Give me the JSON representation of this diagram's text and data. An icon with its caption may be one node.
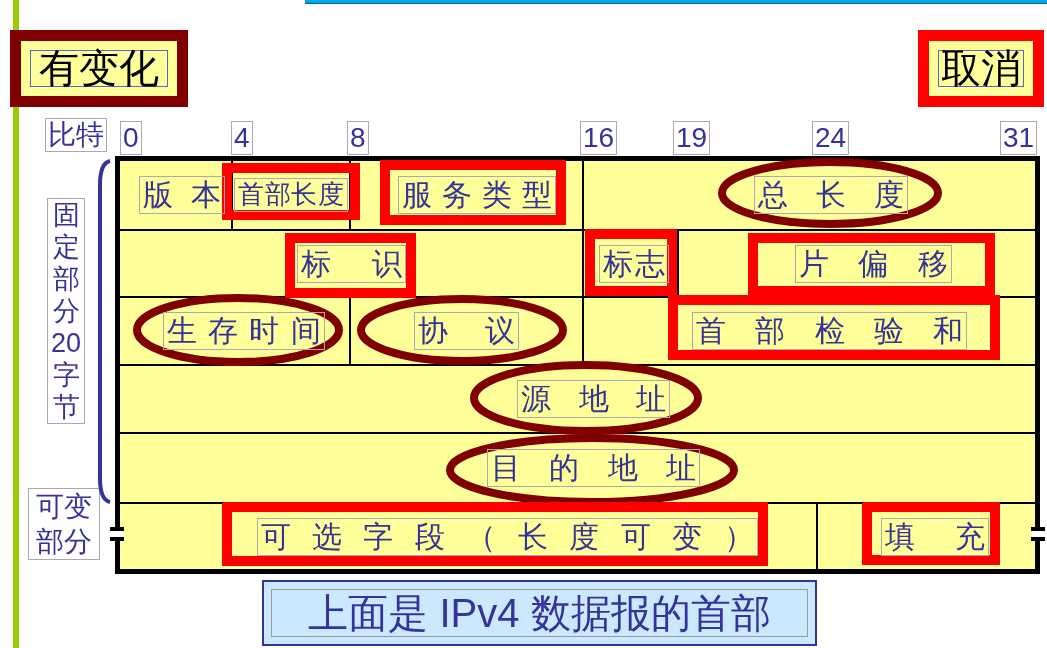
{
  "diagram": {
    "caption": "上面是 IPv4 数据报的首部",
    "nodes": [
      {
        "text": [
          "版本"
        ]
      },
      {
        "text": [
          "首部长度"
        ]
      },
      {
        "text": [
          "服务类型"
        ]
      },
      {
        "text": [
          "总长度"
        ]
      },
      {
        "text": [
          "标识"
        ]
      },
      {
        "text": [
          "标志"
        ]
      },
      {
        "text": [
          "片偏移"
        ]
      },
      {
        "text": [
          "生存时间"
        ]
      },
      {
        "text": [
          "协议"
        ]
      },
      {
        "text": [
          "首部检验和"
        ]
      },
      {
        "text": [
          "源地址"
        ]
      },
      {
        "text": [
          "目的地址"
        ]
      },
      {
        "text": [
          "可选字段（长度可变）"
        ]
      },
      {
        "text": [
          "填充"
        ]
      }
    ],
    "labels": [
      "比特",
      "0",
      "4",
      "8",
      "16",
      "19",
      "24",
      "31",
      "固定部分20字节",
      "可变部分"
    ],
    "legend": [
      {
        "text": "有变化",
        "color": "#800000"
      },
      {
        "text": "取消",
        "color": "#ff0000"
      }
    ]
  }
}
